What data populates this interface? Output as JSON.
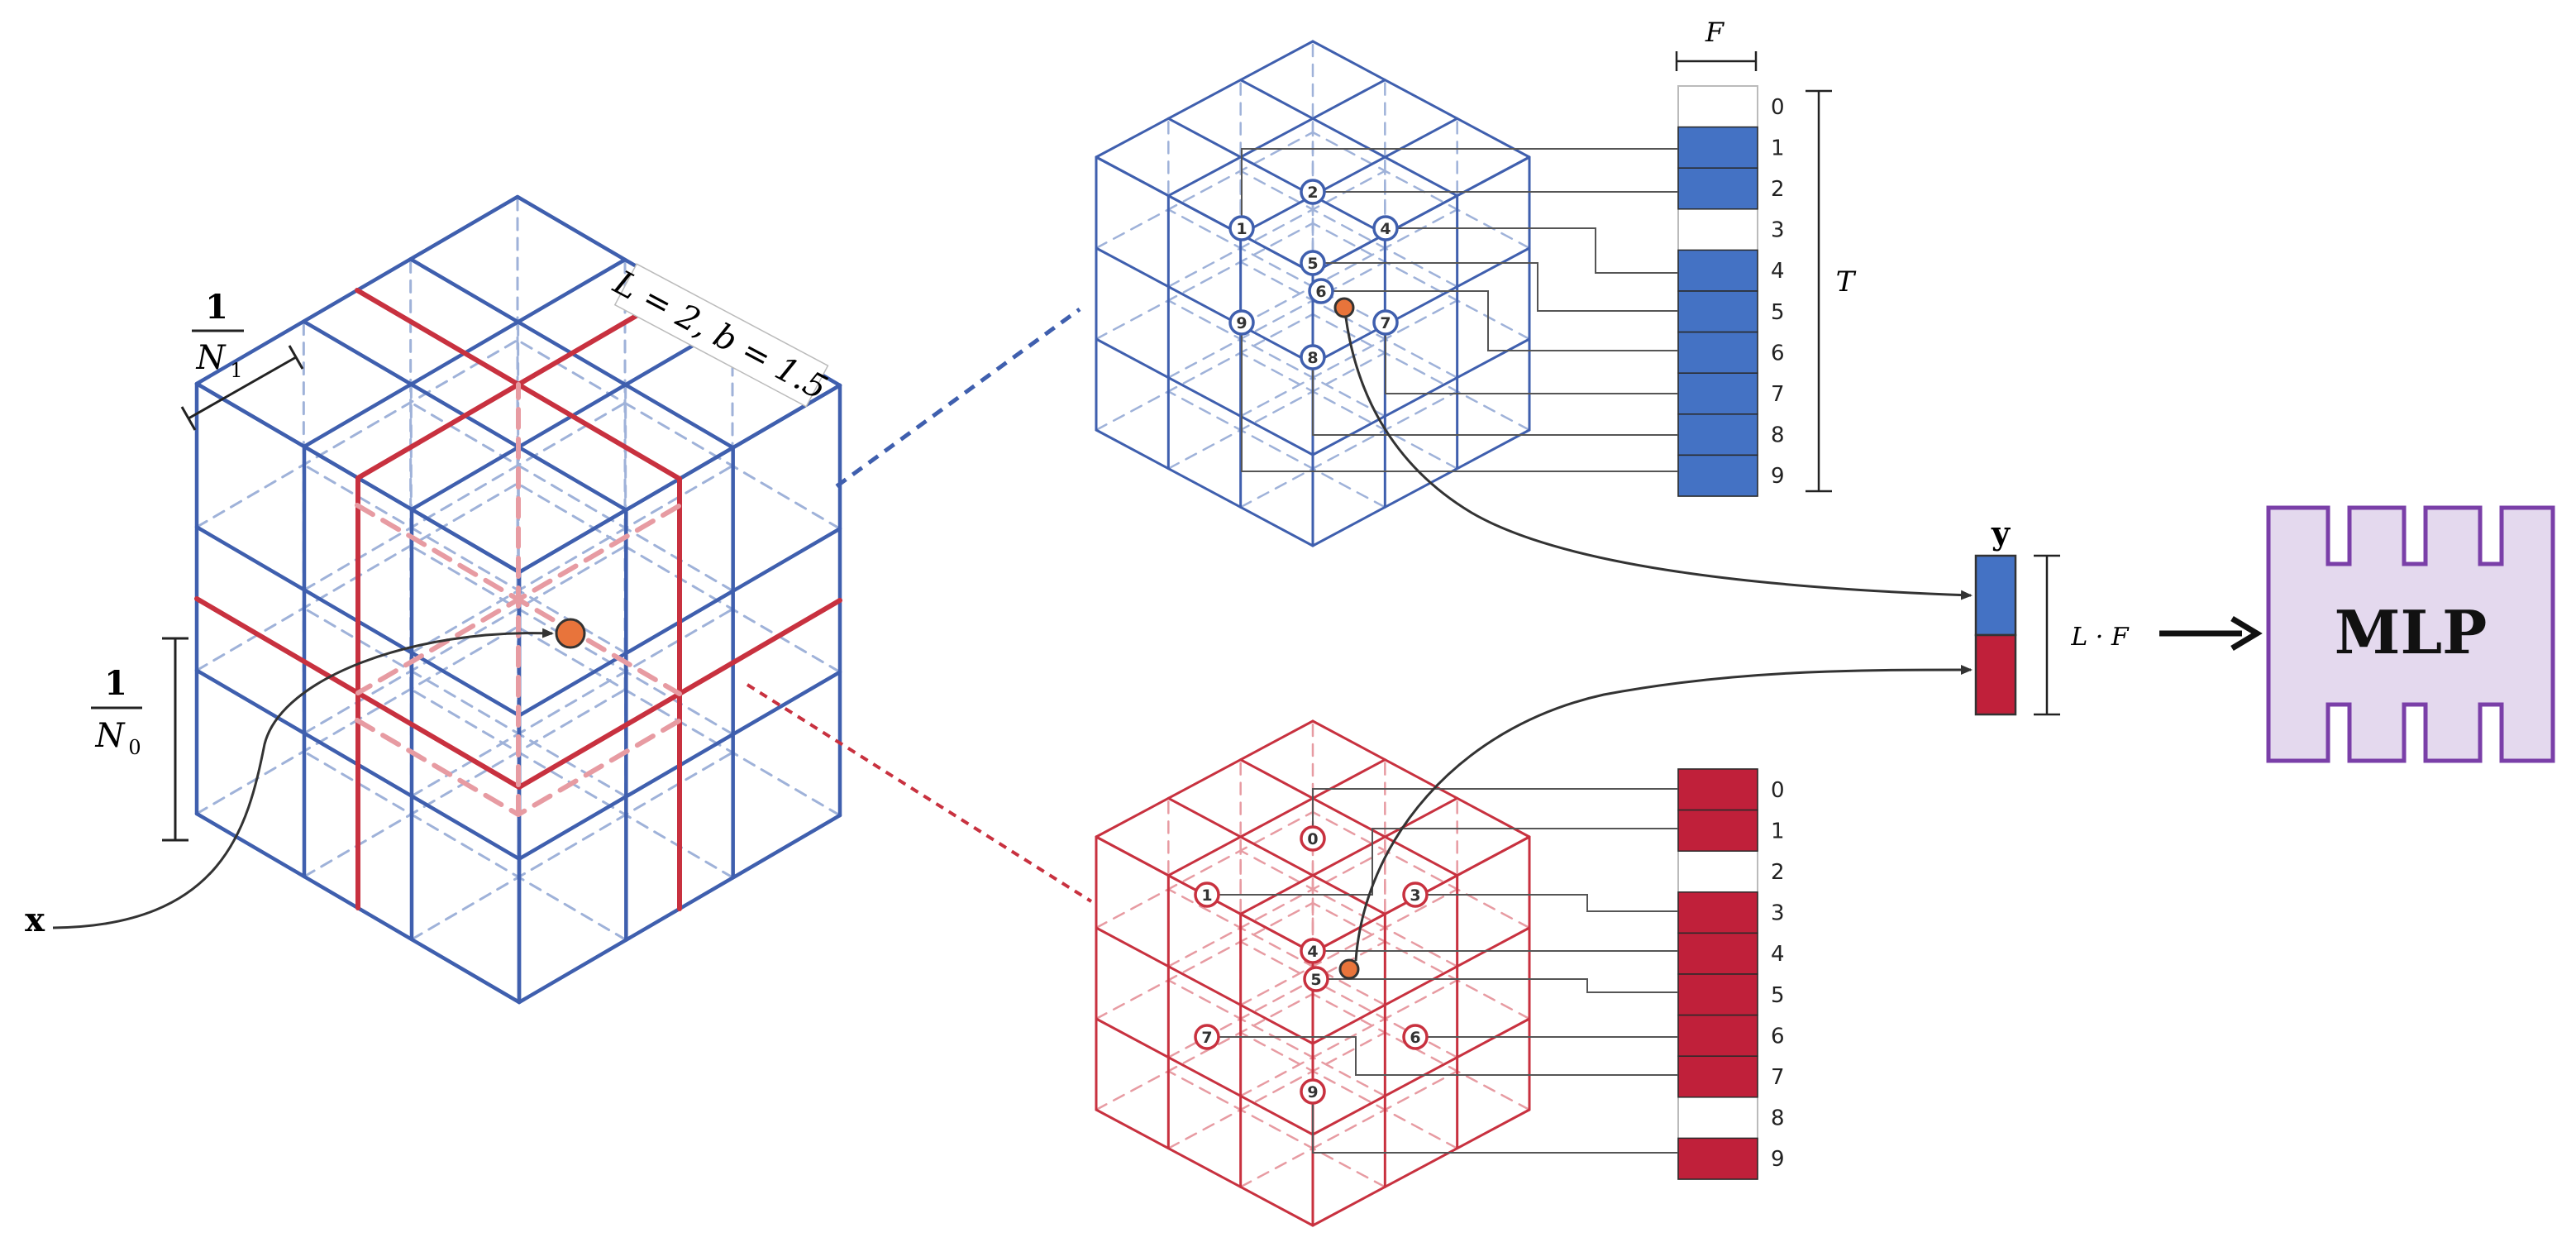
{
  "colors": {
    "blue": "#3f5fae",
    "blue_light": "#9fb2d9",
    "blue_fill": "#4472c4",
    "red": "#c8313f",
    "red_light": "#e79ba2",
    "red_fill": "#c0203a",
    "orange": "#e8743b",
    "mlp_fill": "#e4d9ee",
    "mlp_stroke": "#7a3fa8"
  },
  "main_cube": {
    "n1_frac_num": "1",
    "n1_frac_den": "N",
    "n1_sub": "1",
    "n0_frac_num": "1",
    "n0_frac_den": "N",
    "n0_sub": "0",
    "params_label": "L = 2,  b = 1.5"
  },
  "input_label": "x",
  "blue_table": {
    "feature_label": "F",
    "table_size_label": "T",
    "rows": [
      "0",
      "1",
      "2",
      "3",
      "4",
      "5",
      "6",
      "7",
      "8",
      "9"
    ],
    "filled": [
      false,
      true,
      true,
      false,
      true,
      true,
      true,
      true,
      true,
      true
    ],
    "node_ids": [
      "1",
      "2",
      "4",
      "5",
      "6",
      "9",
      "7",
      "8"
    ]
  },
  "red_table": {
    "rows": [
      "0",
      "1",
      "2",
      "3",
      "4",
      "5",
      "6",
      "7",
      "8",
      "9"
    ],
    "filled": [
      true,
      true,
      false,
      true,
      true,
      true,
      true,
      true,
      false,
      true
    ],
    "node_ids": [
      "0",
      "1",
      "3",
      "4",
      "5",
      "7",
      "6",
      "9"
    ]
  },
  "output": {
    "label": "y",
    "size_label": "L · F"
  },
  "mlp_label": "MLP",
  "arrow_glyph": "→"
}
